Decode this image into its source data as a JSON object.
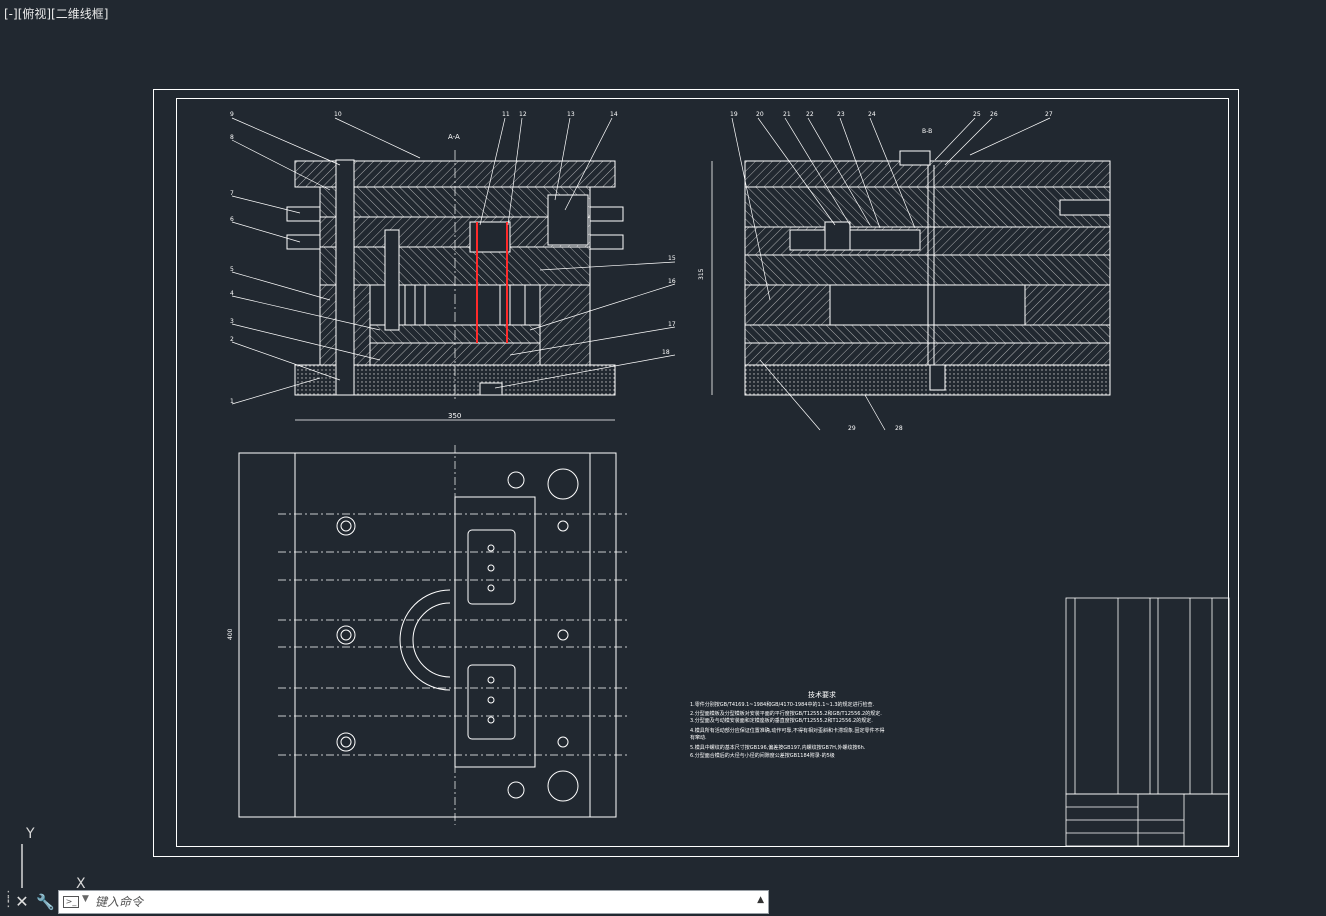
{
  "viewport": {
    "label": "[-][俯视][二维线框]"
  },
  "command": {
    "placeholder": "键入命令"
  },
  "ucs": {
    "y": "Y",
    "x": "X"
  },
  "drawing": {
    "section_aa": "A-A",
    "section_bb": "B-B",
    "dim_350": "350",
    "dim_400": "400",
    "dim_vertical": "315",
    "callouts_left": [
      "1",
      "2",
      "3",
      "4",
      "5",
      "6",
      "7",
      "8",
      "9",
      "10",
      "11",
      "12",
      "13",
      "14",
      "15",
      "16",
      "17",
      "18"
    ],
    "callouts_right": [
      "19",
      "20",
      "21",
      "22",
      "23",
      "24",
      "25",
      "26",
      "27",
      "28",
      "29"
    ],
    "tech_title": "技术要求",
    "tech_lines": [
      "1.零件分别按GB/T4169.1~1984和GB/4170-1984中的1.1~1.3的规定进行检查.",
      "2.分型面模板及分型模板对安装平面的平行度按GB/T12555.2和GB/T12556.2的规定.",
      "3.分型面及与动模安装面和定模座板的垂直度按GB/T12555.2和T12556.2的规定.",
      "4.模具所有活动部分应保证位置准确,动作可靠,不得有相对歪斜和卡滞现象.固定零件不得",
      "有窜动.",
      "5.模具中螺纹的基本尺寸按GB196,偏差按GB197,内螺纹按GB7H,外螺纹按6h.",
      "6.分型面合模后的大径与小径的间隙度公差按GB1184附录-的5级"
    ]
  },
  "colors": {
    "background": "#212830",
    "line": "#ffffff",
    "highlight": "#ff2a2a"
  }
}
